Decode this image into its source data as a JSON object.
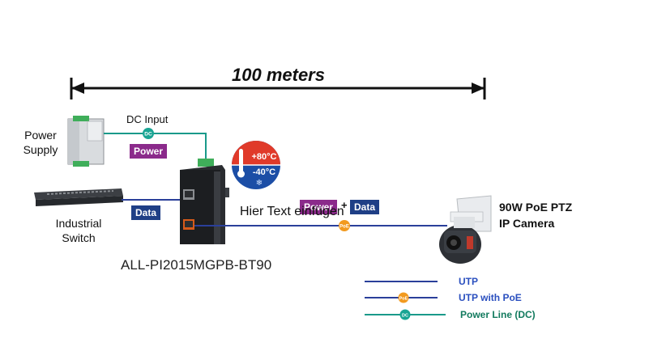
{
  "distance_label": "100 meters",
  "power_supply": {
    "label": "Power\nSupply"
  },
  "dc_input_label": "DC Input",
  "switch": {
    "label": "Industrial\nSwitch"
  },
  "injector": {
    "model": "ALL-PI2015MGPB-BT90"
  },
  "camera": {
    "label": "90W PoE PTZ\nIP Camera"
  },
  "placeholder_text": "Hier Text einfügen",
  "temperature": {
    "high": "+80°C",
    "low": "-40°C"
  },
  "tags": {
    "power": "Power",
    "data": "Data",
    "plus": "+"
  },
  "badges": {
    "dc": "DC",
    "poe": "PoE"
  },
  "legend": [
    {
      "label": "UTP",
      "color": "#2a3f9a"
    },
    {
      "label": "UTP with PoE",
      "color": "#2a3f9a",
      "badge": "PoE",
      "badge_color": "#f29a1f"
    },
    {
      "label": "Power Line (DC)",
      "color": "#1a9a8a",
      "badge": "DC",
      "badge_color": "#1aa594"
    }
  ],
  "colors": {
    "utp": "#2a3f9a",
    "power_line": "#1a9a8a",
    "poe_badge": "#f29a1f",
    "dc_badge": "#1aa594",
    "power_tag": "#8b2a8b",
    "data_tag": "#1f3f86"
  }
}
